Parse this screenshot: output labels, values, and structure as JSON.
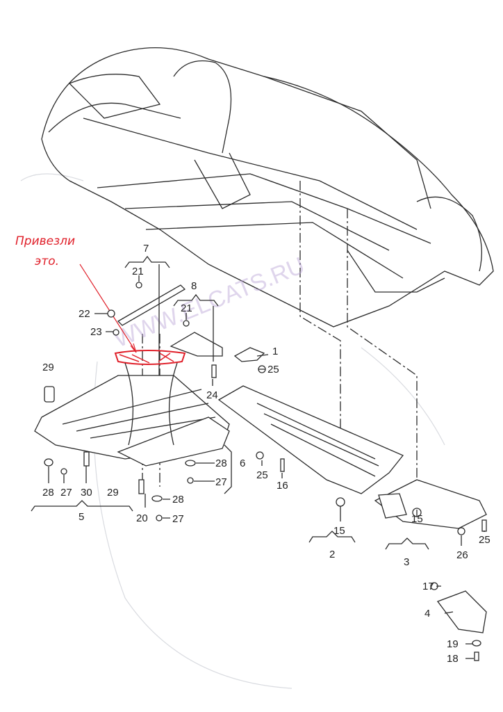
{
  "diagram": {
    "watermark": "WWW.ELCATS.RU",
    "annotation": {
      "line1": "Привезли",
      "line2": "это.",
      "color": "#e0202a"
    },
    "callouts": [
      {
        "id": "c7",
        "text": "7"
      },
      {
        "id": "c21a",
        "text": "21"
      },
      {
        "id": "c8",
        "text": "8"
      },
      {
        "id": "c21b",
        "text": "21"
      },
      {
        "id": "c22",
        "text": "22"
      },
      {
        "id": "c23",
        "text": "23"
      },
      {
        "id": "c1",
        "text": "1"
      },
      {
        "id": "c25a",
        "text": "25"
      },
      {
        "id": "c29a",
        "text": "29"
      },
      {
        "id": "c24",
        "text": "24"
      },
      {
        "id": "c6",
        "text": "6"
      },
      {
        "id": "c28a",
        "text": "28"
      },
      {
        "id": "c27a",
        "text": "27"
      },
      {
        "id": "c25b",
        "text": "25"
      },
      {
        "id": "c16",
        "text": "16"
      },
      {
        "id": "c28b",
        "text": "28"
      },
      {
        "id": "c27b",
        "text": "27"
      },
      {
        "id": "c30",
        "text": "30"
      },
      {
        "id": "c29b",
        "text": "29"
      },
      {
        "id": "c5",
        "text": "5"
      },
      {
        "id": "c20",
        "text": "20"
      },
      {
        "id": "c28c",
        "text": "28"
      },
      {
        "id": "c27c",
        "text": "27"
      },
      {
        "id": "c15a",
        "text": "15"
      },
      {
        "id": "c2",
        "text": "2"
      },
      {
        "id": "c15b",
        "text": "15"
      },
      {
        "id": "c3",
        "text": "3"
      },
      {
        "id": "c26",
        "text": "26"
      },
      {
        "id": "c25c",
        "text": "25"
      },
      {
        "id": "c17",
        "text": "17"
      },
      {
        "id": "c4",
        "text": "4"
      },
      {
        "id": "c19",
        "text": "19"
      },
      {
        "id": "c18",
        "text": "18"
      }
    ]
  }
}
